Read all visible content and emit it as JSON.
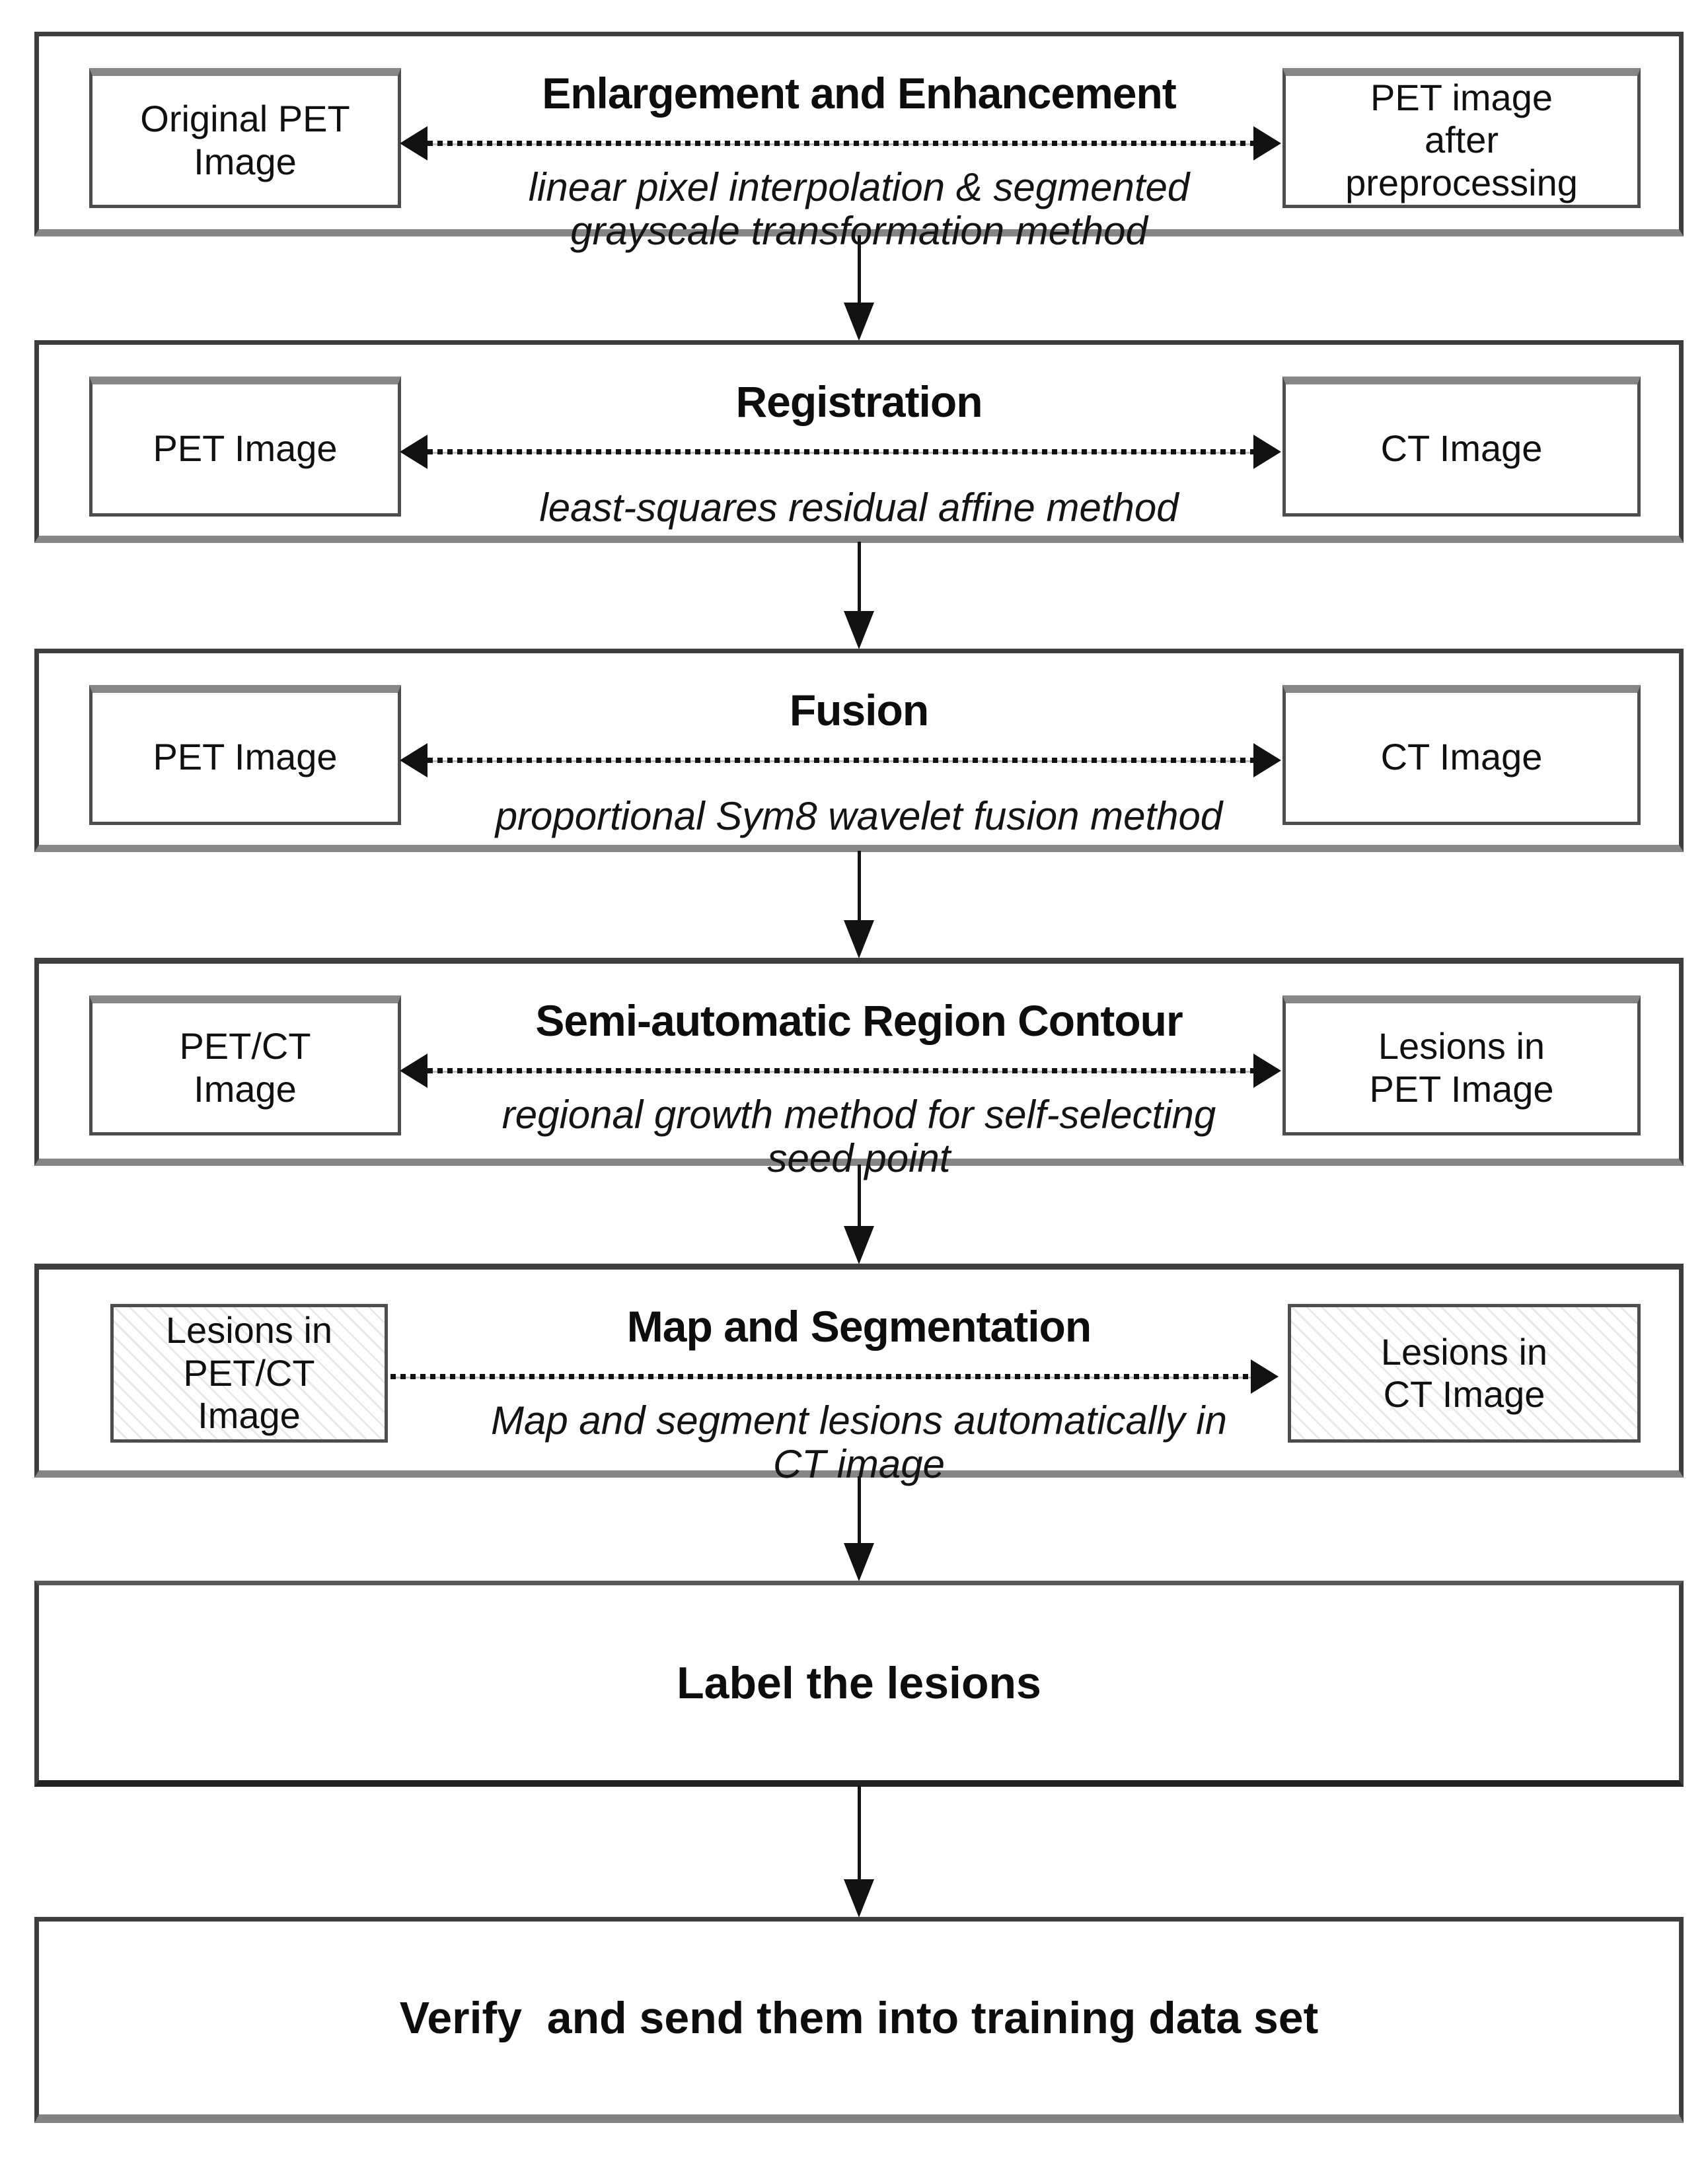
{
  "palette": {
    "background": "#ffffff",
    "panel_background": "#fefefe",
    "ink": "#111111",
    "border_dark": "#3e3e3e",
    "border_gray": "#868686",
    "hatch_gray": "#e9e9e9"
  },
  "stages": [
    {
      "title": "Enlargement and Enhancement",
      "subtitle": "linear pixel interpolation & segmented\ngrayscale transformation method",
      "left_box": "Original PET\nImage",
      "right_box": "PET image\nafter\npreprocessing",
      "arrow_direction": "both",
      "boxes_hatched": false
    },
    {
      "title": "Registration",
      "subtitle": "least-squares residual affine method",
      "left_box": "PET Image",
      "right_box": "CT Image",
      "arrow_direction": "both",
      "boxes_hatched": false
    },
    {
      "title": "Fusion",
      "subtitle": "proportional Sym8 wavelet fusion method",
      "left_box": "PET Image",
      "right_box": "CT Image",
      "arrow_direction": "both",
      "boxes_hatched": false
    },
    {
      "title": "Semi-automatic Region Contour",
      "subtitle": "regional growth method for self-selecting\nseed point",
      "left_box": "PET/CT\nImage",
      "right_box": "Lesions in\nPET Image",
      "arrow_direction": "both",
      "boxes_hatched": false
    },
    {
      "title": "Map and Segmentation",
      "subtitle": "Map and segment lesions automatically in\nCT image",
      "left_box": "Lesions in\nPET/CT\nImage",
      "right_box": "Lesions in\nCT Image",
      "arrow_direction": "right",
      "boxes_hatched": true
    }
  ],
  "final_steps": [
    {
      "label": "Label the lesions"
    },
    {
      "label": "Verify  and send them into training data set"
    }
  ]
}
